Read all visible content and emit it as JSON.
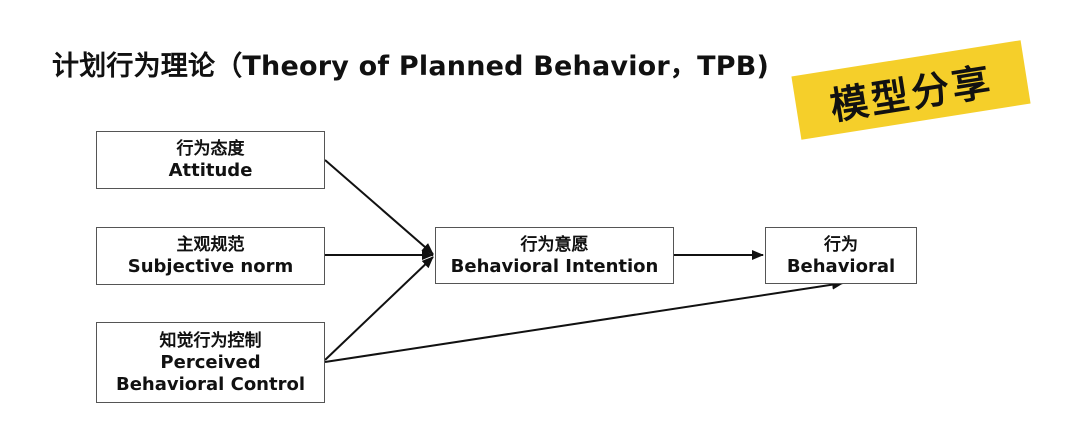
{
  "title": "计划行为理论（Theory of Planned Behavior，TPB)",
  "badge": "模型分享",
  "nodes": {
    "attitude": {
      "cn": "行为态度",
      "en": "Attitude"
    },
    "subjective_norm": {
      "cn": "主观规范",
      "en": "Subjective norm"
    },
    "perceived_control": {
      "cn": "知觉行为控制",
      "en1": "Perceived",
      "en2": "Behavioral Control"
    },
    "intention": {
      "cn": "行为意愿",
      "en": "Behavioral Intention"
    },
    "behavior": {
      "cn": "行为",
      "en": "Behavioral"
    }
  },
  "edges": [
    {
      "from": "attitude",
      "to": "intention"
    },
    {
      "from": "subjective_norm",
      "to": "intention"
    },
    {
      "from": "perceived_control",
      "to": "intention"
    },
    {
      "from": "intention",
      "to": "behavior"
    },
    {
      "from": "perceived_control",
      "to": "behavior"
    }
  ]
}
